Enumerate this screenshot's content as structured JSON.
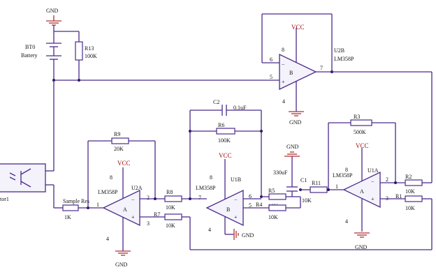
{
  "power": {
    "vcc": "VCC",
    "gnd": "GND"
  },
  "battery": {
    "ref": "BT0",
    "name": "Battery"
  },
  "r13": {
    "ref": "R13",
    "value": "100K"
  },
  "u2b": {
    "ref": "U2B",
    "part": "LM358P",
    "unit": "B",
    "pin_inv": "6",
    "pin_noninv": "5",
    "pin_out": "7",
    "pin_pwr": "8",
    "pin_gnd": "4"
  },
  "c2": {
    "ref": "C2",
    "value": "0.1uF"
  },
  "r6": {
    "ref": "R6",
    "value": "100K"
  },
  "r9": {
    "ref": "R9",
    "value": "20K"
  },
  "r3": {
    "ref": "R3",
    "value": "500K"
  },
  "u2a": {
    "ref": "U2A",
    "part": "LM358P",
    "unit": "A",
    "pin_inv": "2",
    "pin_noninv": "3",
    "pin_out": "1",
    "pin_pwr": "8",
    "pin_gnd": "4"
  },
  "u1b": {
    "ref": "U1B",
    "part": "LM358P",
    "unit": "B",
    "pin_inv": "6",
    "pin_noninv": "5",
    "pin_out": "7",
    "pin_pwr": "8",
    "pin_gnd": "4"
  },
  "u1a": {
    "ref": "U1A",
    "part": "LM358P",
    "unit": "A",
    "pin_inv": "2",
    "pin_noninv": "3",
    "pin_out": "1",
    "pin_pwr": "8",
    "pin_gnd": "4"
  },
  "c1": {
    "ref": "C1",
    "value": "330uF"
  },
  "r11": {
    "ref": "R11",
    "value": "10K"
  },
  "r5": {
    "ref": "R5",
    "value": "10K"
  },
  "r4": {
    "ref": "R4",
    "value": "10K"
  },
  "r8": {
    "ref": "R8",
    "value": "10K"
  },
  "r7": {
    "ref": "R7",
    "value": "10K"
  },
  "r2": {
    "ref": "R2",
    "value": "10K"
  },
  "r1": {
    "ref": "R1",
    "value": "10K"
  },
  "sample": {
    "ref": "Sample Res",
    "value": "1K"
  },
  "opto": {
    "label": "tor1"
  }
}
